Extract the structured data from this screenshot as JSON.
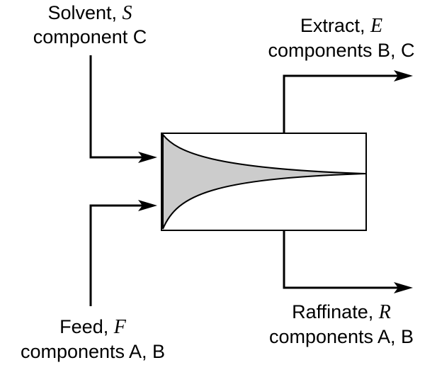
{
  "diagram": {
    "solvent": {
      "name": "Solvent, ",
      "symbol": "S",
      "components": "component C"
    },
    "extract": {
      "name": "Extract, ",
      "symbol": "E",
      "components": "components B, C"
    },
    "feed": {
      "name": "Feed, ",
      "symbol": "F",
      "components": "components A, B"
    },
    "raffinate": {
      "name": "Raffinate, ",
      "symbol": "R",
      "components": "components A, B"
    },
    "colors": {
      "line": "#000000",
      "fill": "#cccccc",
      "background": "#ffffff"
    }
  }
}
